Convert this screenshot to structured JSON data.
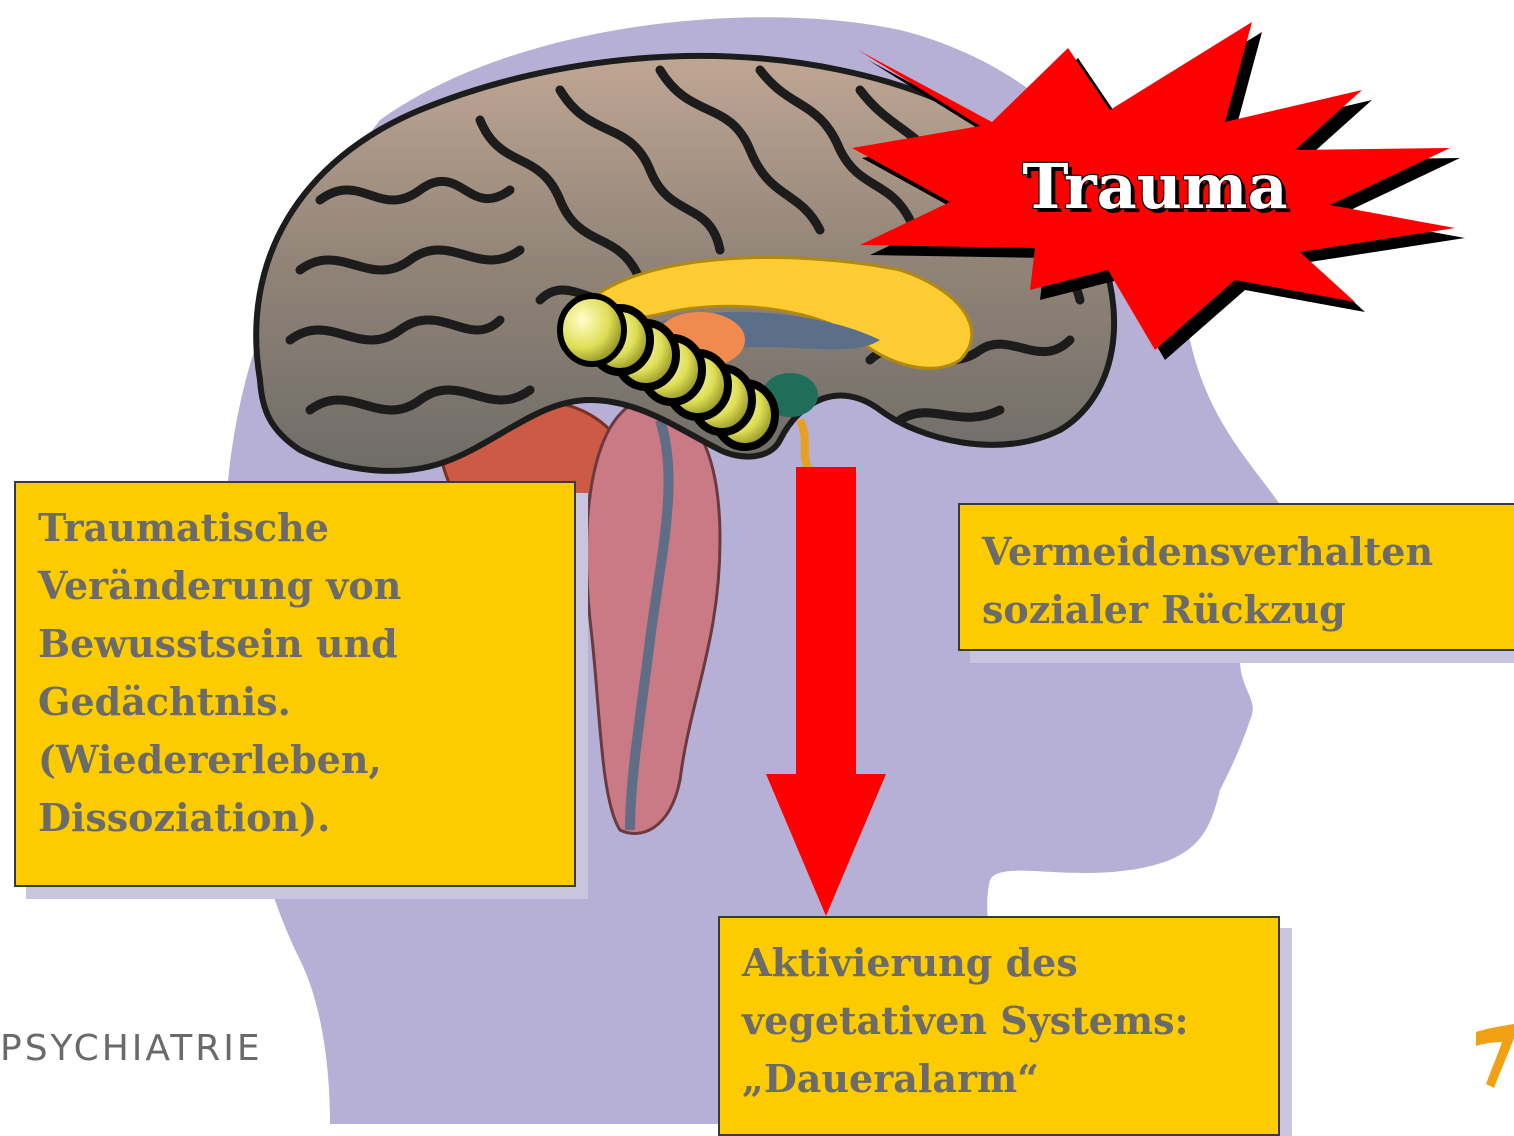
{
  "burst_label": "Trauma",
  "boxes": {
    "left": [
      "Traumatische",
      "Veränderung von",
      "Bewusstsein und",
      "Gedächtnis.",
      "(Wiedererleben,",
      "Dissoziation)."
    ],
    "right": [
      "Vermeidensverhalten",
      "sozialer Rückzug"
    ],
    "bottom": [
      "Aktivierung des",
      "vegetativen Systems:",
      "„Daueralarm“"
    ]
  },
  "footer": {
    "label": "PSYCHIATRIE"
  },
  "colors": {
    "head": "#b7b0d6",
    "brain": "#8c8277",
    "burst": "#ff0000",
    "box": "#fccb00",
    "arrow": "#ff0000",
    "coil": "#e8e86a"
  }
}
